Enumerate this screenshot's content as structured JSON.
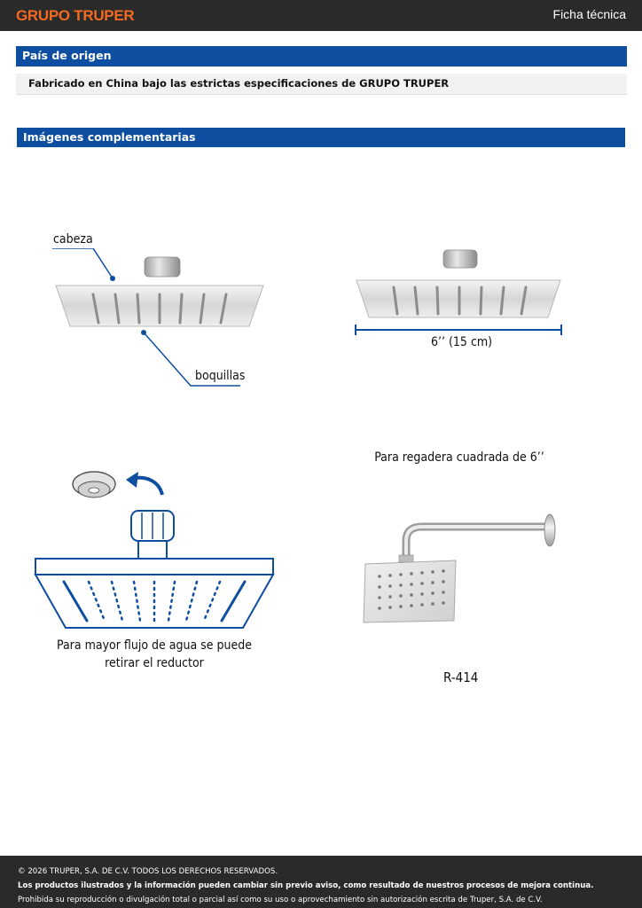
{
  "header": {
    "brand": "GRUPO TRUPER",
    "doc_type": "Ficha técnica"
  },
  "origin": {
    "title": "País de origen",
    "text": "Fabricado en China bajo las estrictas especificaciones de GRUPO TRUPER"
  },
  "images": {
    "title": "Imágenes complementarias",
    "label_head": "cabeza",
    "label_nozzles": "boquillas",
    "label_size": "6’’ (15 cm)",
    "caption_reducer_line1": "Para mayor flujo de agua se puede",
    "caption_reducer_line2": "retirar el reductor",
    "caption_compat": "Para regadera cuadrada de 6’’",
    "model_code": "R-414"
  },
  "footer": {
    "line1": "© 2026 TRUPER, S.A. DE C.V. TODOS LOS DERECHOS RESERVADOS.",
    "line2": "Los productos ilustrados y la información pueden cambiar sin previo aviso, como resultado de nuestros procesos de mejora continua.",
    "line3": "Prohibida su reproducción o divulgación total o parcial así como su uso o aprovechamiento sin autorización escrita de Truper, S.A. de C.V."
  },
  "colors": {
    "brand_orange": "#f26a21",
    "section_blue": "#0e4ea1",
    "dark_bar": "#2a2a2a"
  }
}
